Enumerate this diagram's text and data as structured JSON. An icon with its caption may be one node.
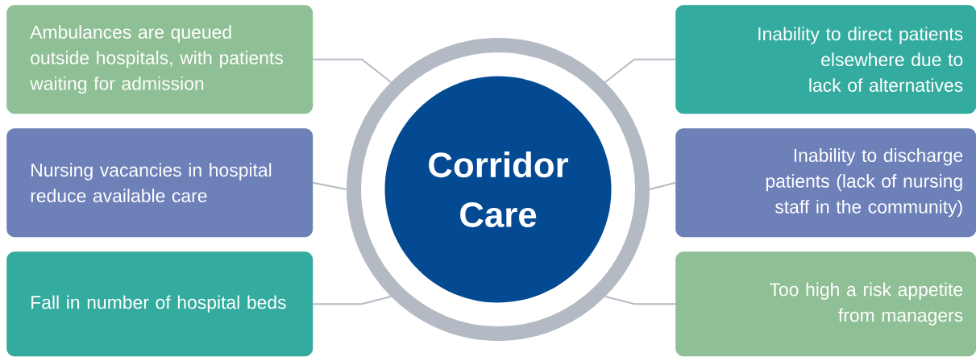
{
  "diagram": {
    "nodes": [
      {
        "text": [
          "Corridor Care"
        ]
      },
      {
        "text": [
          "Ambulances are queued outside hospitals, with patients waiting for admission"
        ]
      },
      {
        "text": [
          "Nursing vacancies in hospital reduce available care"
        ]
      },
      {
        "text": [
          "Fall in number of hospital beds"
        ]
      },
      {
        "text": [
          "Inability to direct patients elsewhere due to lack of alternatives"
        ]
      },
      {
        "text": [
          "Inability to discharge patients (lack of nursing staff in the community)"
        ]
      },
      {
        "text": [
          "Too high a risk appetite from managers"
        ]
      }
    ],
    "edges": [
      {
        "from": 1,
        "to": 0,
        "arrow": "none"
      },
      {
        "from": 2,
        "to": 0,
        "arrow": "none"
      },
      {
        "from": 3,
        "to": 0,
        "arrow": "none"
      },
      {
        "from": 4,
        "to": 0,
        "arrow": "none"
      },
      {
        "from": 5,
        "to": 0,
        "arrow": "none"
      },
      {
        "from": 6,
        "to": 0,
        "arrow": "none"
      }
    ]
  }
}
